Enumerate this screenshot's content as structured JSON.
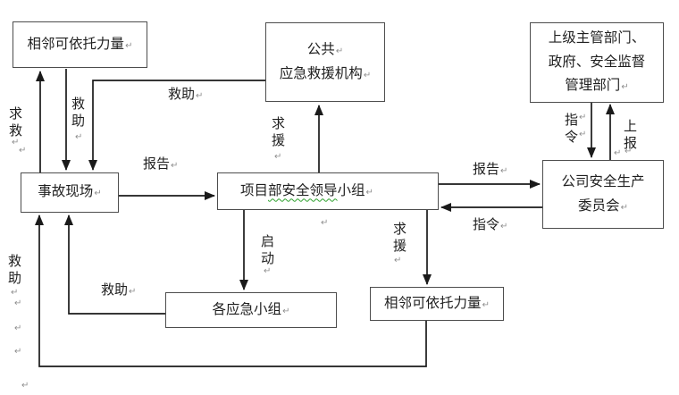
{
  "diagram": {
    "boxes": {
      "adjacent_top": "相邻可依托力量",
      "public_rescue_line1": "公共",
      "public_rescue_line2": "应急救援机构",
      "superior_line1": "上级主管部门、",
      "superior_line2": "政府、安全监督",
      "superior_line3": "管理部门",
      "accident_site": "事故现场",
      "project_group_prefix": "项目",
      "project_group_wavy": "部安全领导",
      "project_group_suffix": "小组",
      "company_line1": "公司安全生产",
      "company_line2": "委员会",
      "emergency_teams": "各应急小组",
      "adjacent_bottom": "相邻可依托力量"
    },
    "labels": {
      "qiujiu": "求救",
      "jiuzhu_top": "救助",
      "jiuzhu_mid": "救助",
      "baogao_left": "报告",
      "qiuyuan_up": "求援",
      "baogao_right": "报告",
      "zhiling_right": "指令",
      "zhiling_v1": "指",
      "zhiling_v2": "令",
      "shangbao": "上报",
      "qidong": "启动",
      "qiuyuan_down": "求援",
      "jiuzhu_bottom": "救助",
      "jiuzhu_left": "救助"
    },
    "glyphs": {
      "pilcrow": "↵"
    },
    "colors": {
      "line": "#1a1a1a",
      "box_border": "#4d4d4d",
      "text": "#1f1f1f",
      "format_mark": "#8f8f8f",
      "spellcheck_squiggle": "#2ca02c",
      "background": "#ffffff"
    }
  }
}
